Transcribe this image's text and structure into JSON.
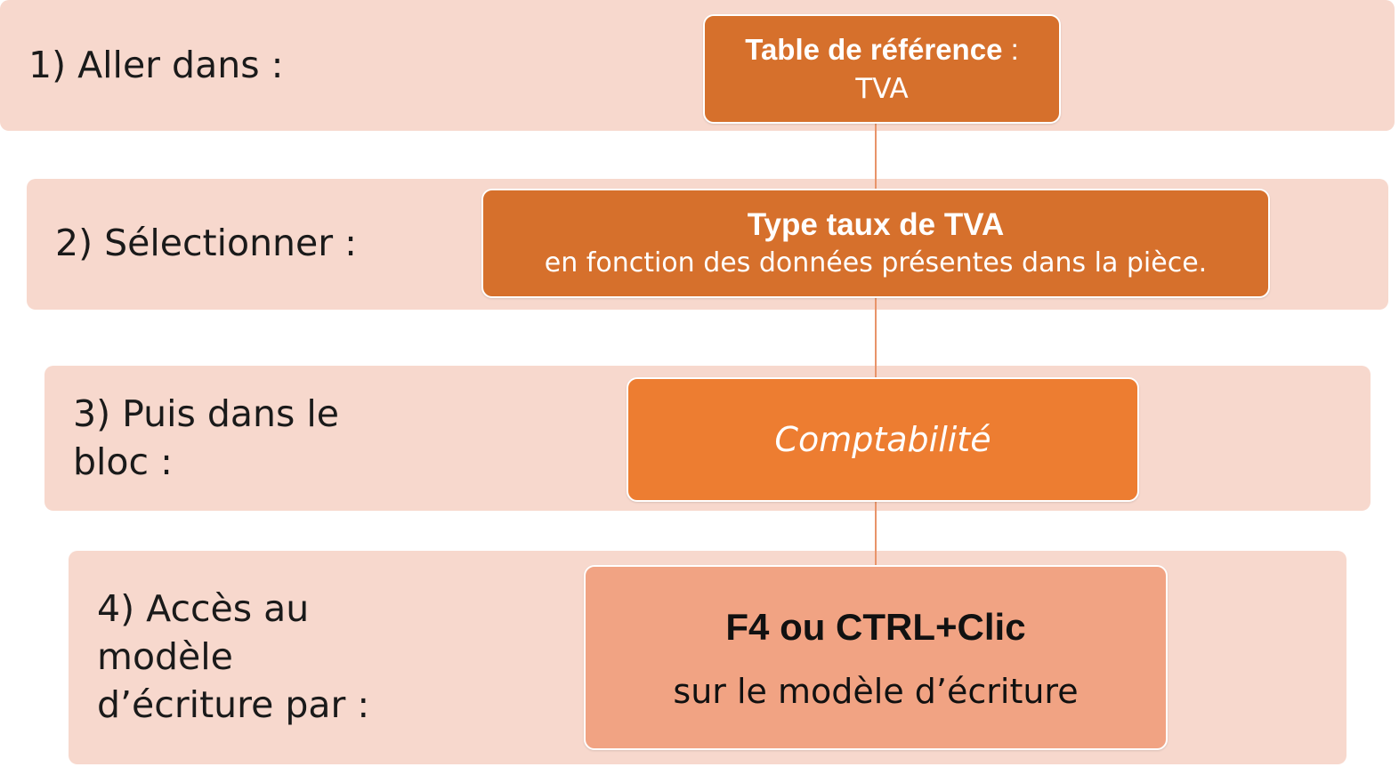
{
  "steps": [
    {
      "label": "1) Aller dans :",
      "box_title": "Table de référence",
      "box_title_suffix": " :",
      "box_subtitle": "TVA"
    },
    {
      "label": "2) Sélectionner :",
      "box_title": "Type taux de TVA",
      "box_subtitle": "en fonction des données présentes dans la pièce."
    },
    {
      "label": "3) Puis dans le bloc :",
      "box_text": "Comptabilité"
    },
    {
      "label": "4) Accès au modèle d’écriture par :",
      "box_title": "F4 ou CTRL+Clic",
      "box_subtitle": "sur le modèle d’écriture"
    }
  ],
  "colors": {
    "band": "#f7d8cd",
    "box_dark": "#d6702c",
    "box_mid": "#ed7d31",
    "box_light": "#f1a383",
    "connector": "#e8946a"
  }
}
